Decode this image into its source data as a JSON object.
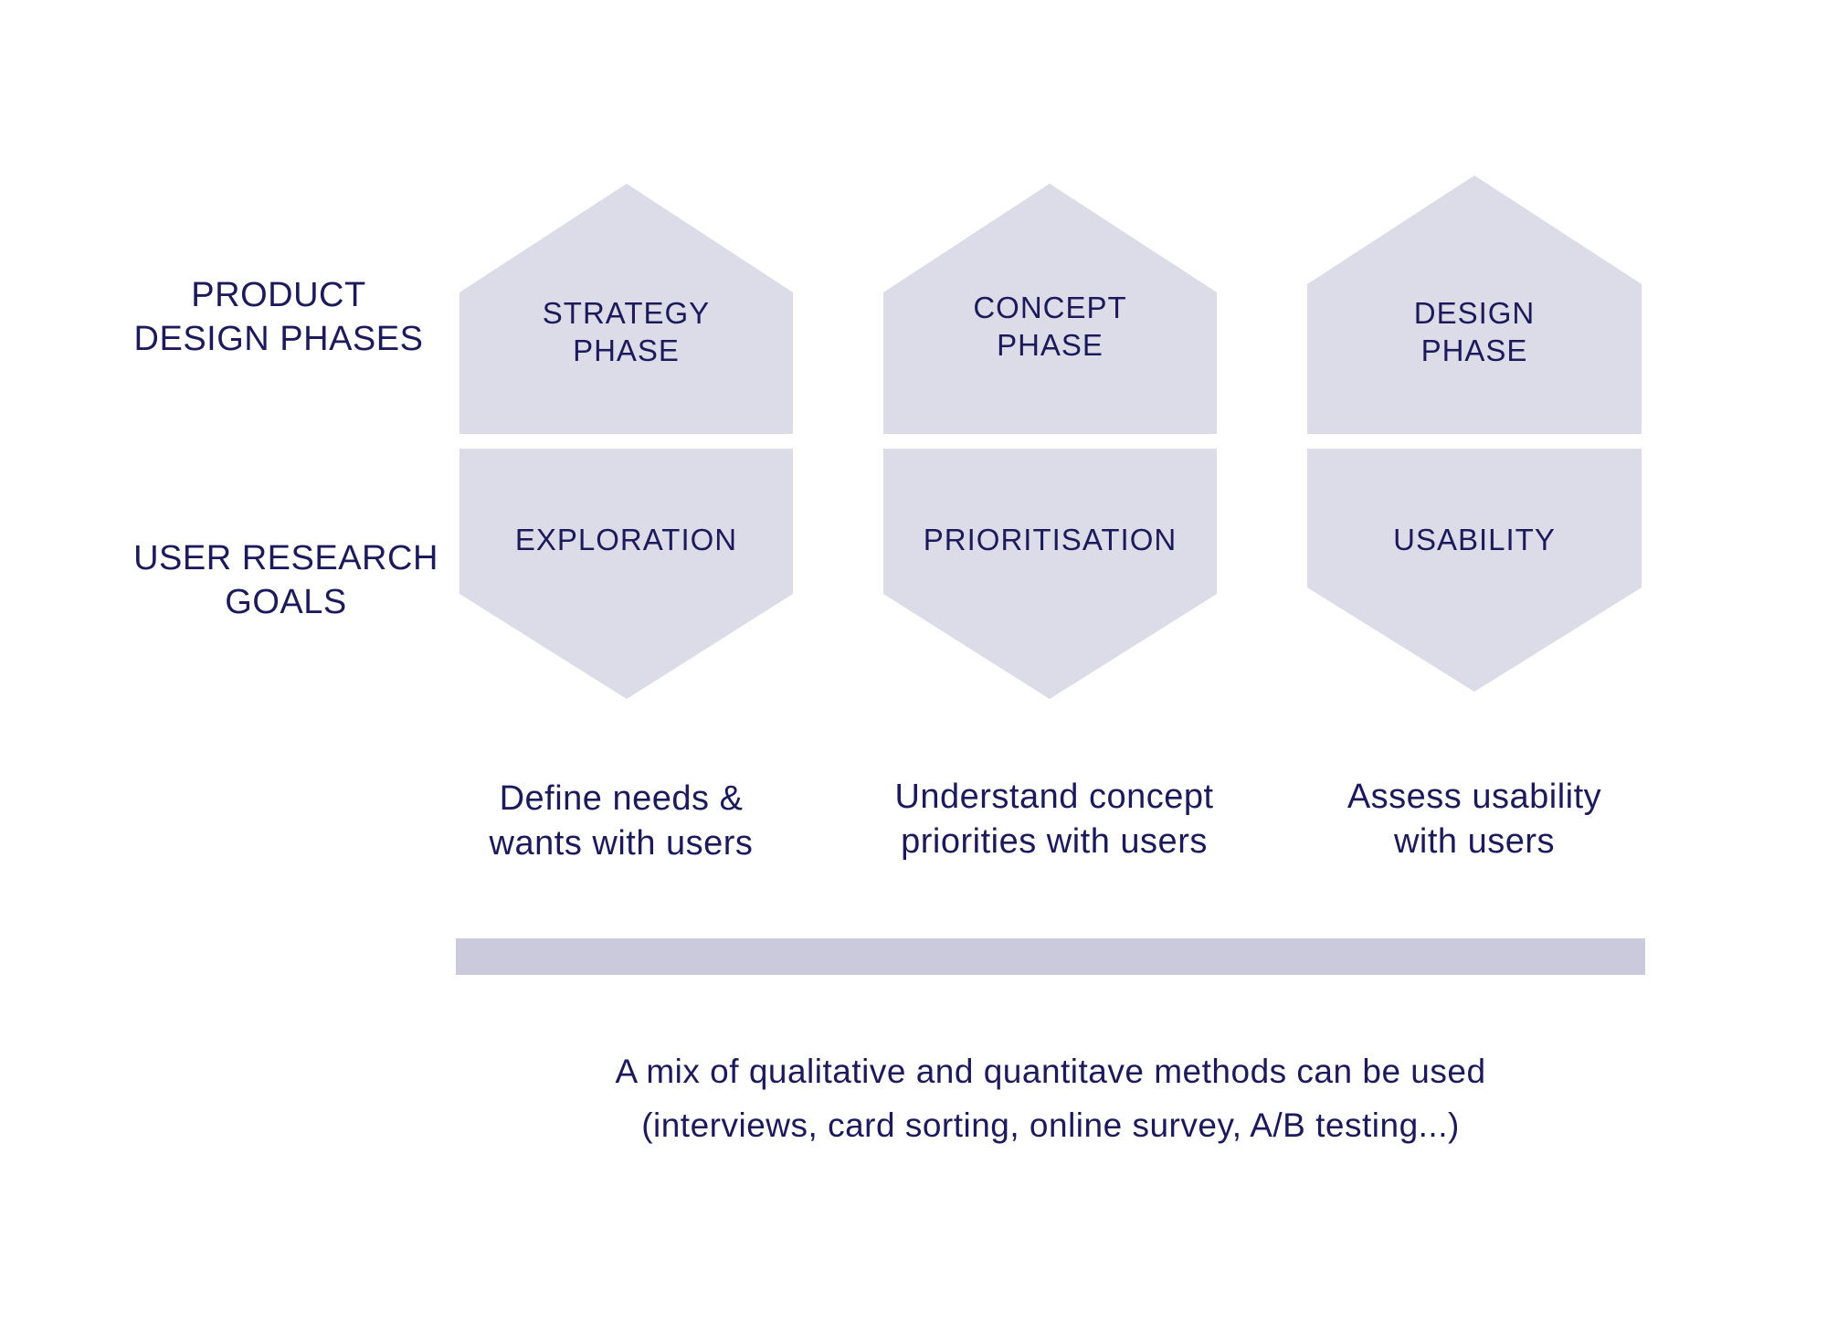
{
  "colors": {
    "shape_fill": "#dcdce9",
    "bar_fill": "#cbcadd",
    "text": "#1c1a5a",
    "background": "#ffffff"
  },
  "row_labels": {
    "product_design_phases": [
      "PRODUCT",
      "DESIGN PHASES"
    ],
    "user_research_goals": [
      "USER RESEARCH",
      "GOALS"
    ]
  },
  "columns": [
    {
      "phase": [
        "STRATEGY",
        "PHASE"
      ],
      "goal": "EXPLORATION",
      "description": [
        "Define needs &",
        "wants with users"
      ]
    },
    {
      "phase": [
        "CONCEPT",
        "PHASE"
      ],
      "goal": "PRIORITISATION",
      "description": [
        "Understand concept",
        "priorities with users"
      ]
    },
    {
      "phase": [
        "DESIGN",
        "PHASE"
      ],
      "goal": "USABILITY",
      "description": [
        "Assess usability",
        "with users"
      ]
    }
  ],
  "footer": [
    "A mix of qualitative and quantitave methods can be used",
    "(interviews, card sorting, online survey, A/B testing...)"
  ]
}
